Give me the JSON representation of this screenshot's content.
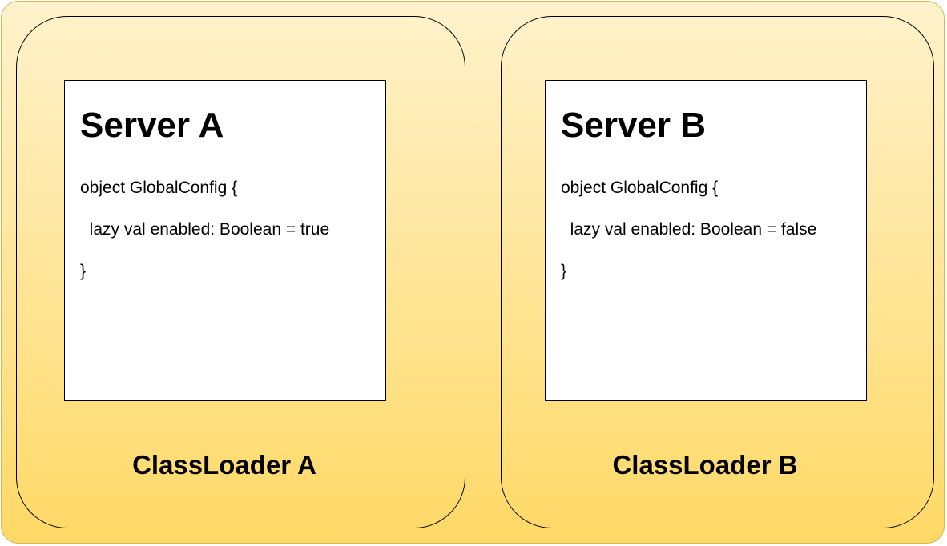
{
  "colors": {
    "container_fill_top": "#fff2cc",
    "container_fill_bottom": "#ffd966",
    "container_border": "#d6b656",
    "box_fill": "#ffffff",
    "stroke": "#000000"
  },
  "classloaders": [
    {
      "label": "ClassLoader A",
      "server": {
        "title": "Server A",
        "code": [
          "object GlobalConfig {",
          "  lazy val enabled: Boolean = true",
          "}"
        ]
      }
    },
    {
      "label": "ClassLoader B",
      "server": {
        "title": "Server B",
        "code": [
          "object GlobalConfig {",
          "  lazy val enabled: Boolean = false",
          "}"
        ]
      }
    }
  ]
}
